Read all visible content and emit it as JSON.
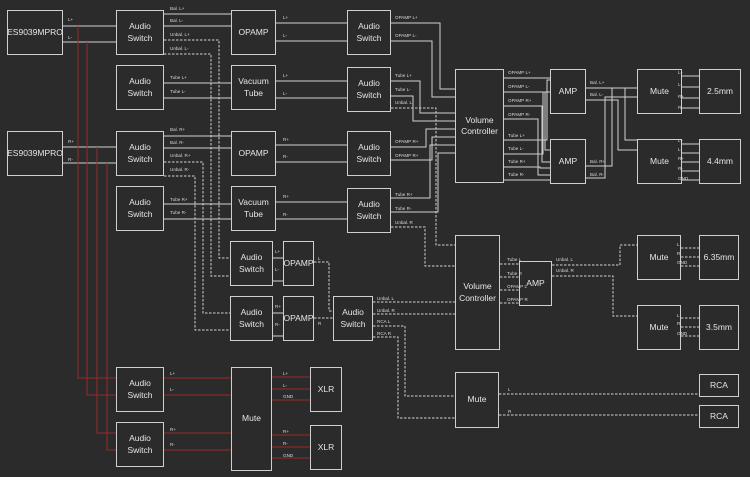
{
  "blocks": {
    "dac_left": "ES9039MPRO",
    "dac_right": "ES9039MPRO",
    "switch_bal_l": "Audio Switch",
    "switch_tube_l": "Audio Switch",
    "switch_bal_r": "Audio Switch",
    "switch_tube_r": "Audio Switch",
    "opamp_l": "OPAMP",
    "tube_l": "Vacuum Tube",
    "opamp_r": "OPAMP",
    "tube_r": "Vacuum Tube",
    "switch_out_opamp_l": "Audio Switch",
    "switch_out_tube_l": "Audio Switch",
    "switch_out_opamp_r": "Audio Switch",
    "switch_out_tube_r": "Audio Switch",
    "volume_bal": "Volume Controller",
    "amp_l": "AMP",
    "amp_r": "AMP",
    "mute_25": "Mute",
    "mute_44": "Mute",
    "jack_25": "2.5mm",
    "jack_44": "4.4mm",
    "switch_unbal_l": "Audio Switch",
    "opamp_unbal_l": "OPAMP",
    "switch_unbal_r": "Audio Switch",
    "opamp_unbal_r": "OPAMP",
    "switch_unbal_out": "Audio Switch",
    "volume_unbal": "Volume Controller",
    "amp_unbal": "AMP",
    "mute_635": "Mute",
    "mute_35": "Mute",
    "jack_635": "6.35mm",
    "jack_35": "3.5mm",
    "mute_rca": "Mute",
    "rca_l": "RCA",
    "rca_r": "RCA",
    "switch_xlr_l": "Audio Switch",
    "switch_xlr_r": "Audio Switch",
    "mute_xlr": "Mute",
    "xlr_l": "XLR",
    "xlr_r": "XLR"
  },
  "signals": [
    "L+",
    "L-",
    "R+",
    "R-",
    "Bal. L+",
    "Bal. L-",
    "Unbal. L+",
    "Unbal. L-",
    "Tube L+",
    "Tube L-",
    "Bal. R+",
    "Bal. R-",
    "Unbal. R+",
    "Unbal. R-",
    "Tube R+",
    "Tube R-",
    "L+",
    "L-",
    "L+",
    "L-",
    "R+",
    "R-",
    "R+",
    "R-",
    "OPAMP L+",
    "OPAMP L-",
    "Tube L+",
    "Tube L-",
    "Unbal. L",
    "OPAMP R+",
    "OPAMP R+",
    "Tube R+",
    "Tube R-",
    "Unbal. R",
    "OPAMP L+",
    "OPAMP L-",
    "OPAMP R+",
    "OPAMP R-",
    "Tube L+",
    "Tube L-",
    "Tube R+",
    "Tube R-",
    "Bal. L+",
    "Bal. L-",
    "Bal. R+",
    "Bal. R-",
    "L+",
    "L-",
    "R+",
    "R-",
    "L+",
    "L-",
    "R+",
    "R-",
    "GND",
    "L+",
    "L-",
    "L",
    "R+",
    "R-",
    "R",
    "Unbal. L",
    "Unbal. R",
    "RCA L",
    "RCA R",
    "Tube L",
    "Tube R",
    "OPAMP L",
    "OPAMP R",
    "Unbal. L",
    "Unbal. R",
    "L",
    "R",
    "GND",
    "L",
    "R",
    "GND",
    "L",
    "R",
    "L+",
    "L-",
    "R+",
    "R-",
    "L+",
    "L-",
    "GND",
    "R+",
    "R-",
    "GND"
  ],
  "colors": {
    "background": "#2b2b2b",
    "wire": "#d0d0d0",
    "xlr_wire": "#9b2a2a"
  }
}
